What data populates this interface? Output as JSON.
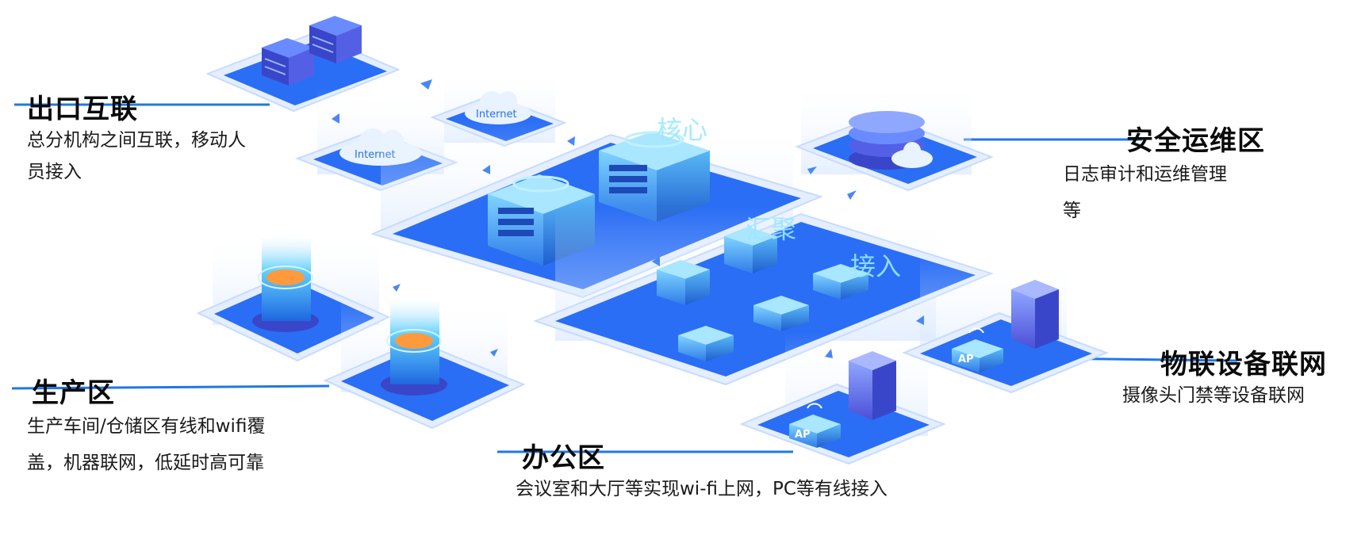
{
  "colors": {
    "platform_top": "#2a6ef5",
    "platform_edge": "#bfd6ff",
    "accent_line": "#1f78e6",
    "label_glow": "#9be8ff"
  },
  "areas": {
    "egress": {
      "title": "出口互联",
      "desc_line1": "总分机构之间互联，移动人",
      "desc_line2": "员接入"
    },
    "security": {
      "title": "安全运维区",
      "desc_line1": "日志审计和运维管理",
      "desc_line2": "等"
    },
    "production": {
      "title": "生产区",
      "desc_line1": "生产车间/仓储区有线和wifi覆",
      "desc_line2": "盖，机器联网，低延时高可靠"
    },
    "office": {
      "title": "办公区",
      "desc": "会议室和大厅等实现wi-fi上网，PC等有线接入"
    },
    "iot": {
      "title": "物联设备联网",
      "desc": "摄像头门禁等设备联网"
    }
  },
  "scene": {
    "core_label": "核心",
    "aggregation_label": "汇聚",
    "access_label": "接入",
    "cloud_label": "Internet",
    "ap_label": "AP"
  },
  "icons": [
    "server-stack-icon",
    "internet-cloud-icon",
    "core-switch-icon",
    "aggregation-switch-icon",
    "access-switch-icon",
    "database-cloud-icon",
    "reactor-icon",
    "office-building-icon",
    "wireless-ap-icon"
  ]
}
